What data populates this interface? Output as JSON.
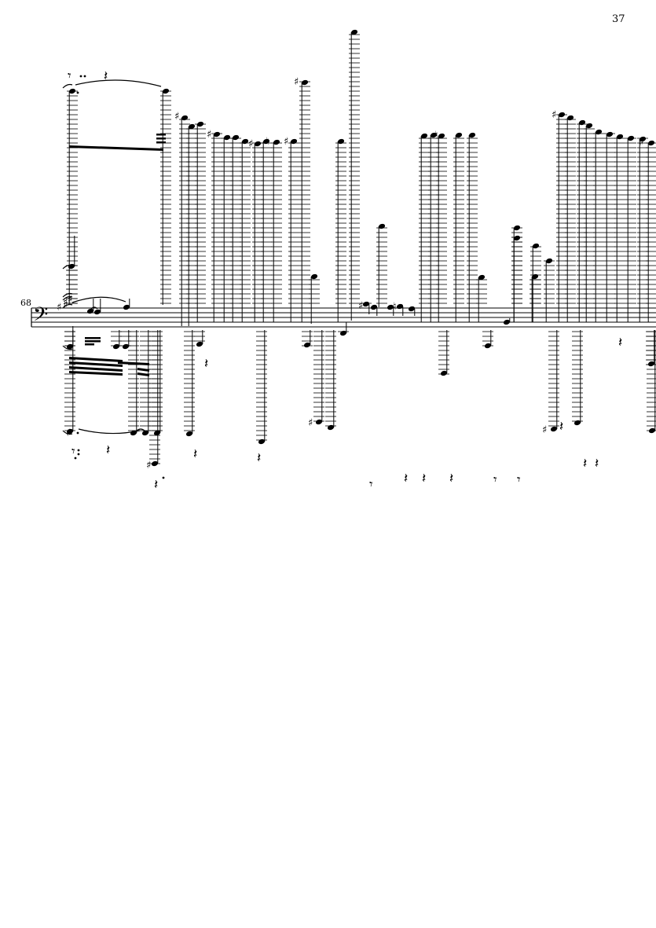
{
  "page": {
    "number": "37"
  },
  "system": {
    "measure_number": "68",
    "clef": "bass",
    "key_signature": "two sharps"
  },
  "colors": {
    "ink": "#000000",
    "paper": "#ffffff"
  },
  "notation_icons": [
    "bass-clef-icon",
    "sharp-icon",
    "natural-icon",
    "quarter-rest-icon",
    "eighth-rest-icon",
    "slur-icon",
    "tie-icon",
    "ledger-lines",
    "note-stems",
    "beams"
  ]
}
